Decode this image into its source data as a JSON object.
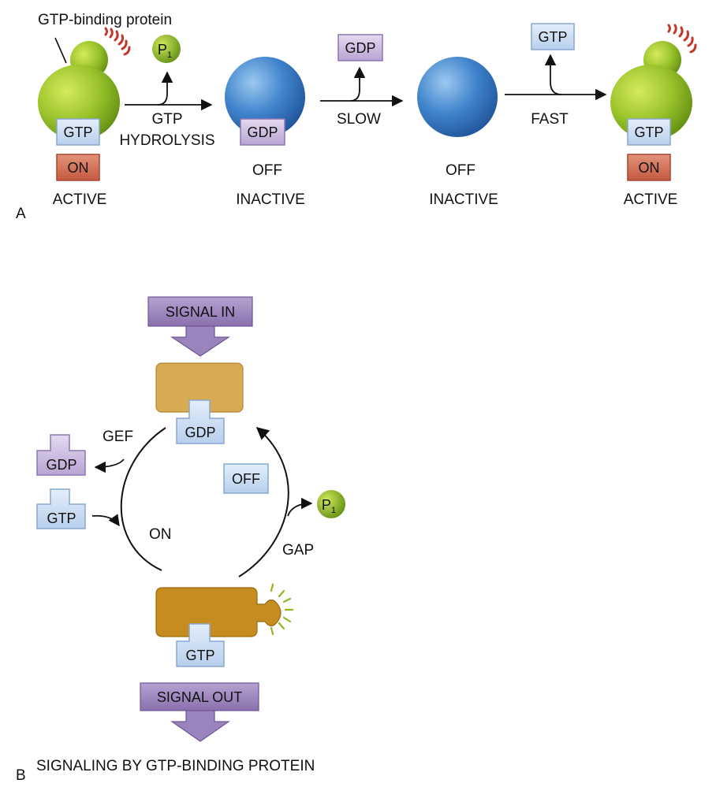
{
  "panel_a": {
    "letter": "A",
    "protein_label": "GTP-binding protein",
    "pi_label": "P",
    "pi_sub": "1",
    "states": [
      {
        "molecule": "GTP",
        "status": "ON",
        "activity": "ACTIVE"
      },
      {
        "molecule": "GDP",
        "status": "OFF",
        "activity": "INACTIVE"
      },
      {
        "molecule": "",
        "status": "OFF",
        "activity": "INACTIVE"
      },
      {
        "molecule": "GTP",
        "status": "ON",
        "activity": "ACTIVE"
      }
    ],
    "step1": {
      "line1": "GTP",
      "line2": "HYDROLYSIS"
    },
    "step2": {
      "label": "SLOW",
      "released": "GDP"
    },
    "step3": {
      "label": "FAST",
      "added": "GTP"
    }
  },
  "panel_b": {
    "letter": "B",
    "caption": "SIGNALING BY GTP-BINDING PROTEIN",
    "signal_in": "SIGNAL IN",
    "signal_out": "SIGNAL OUT",
    "top_protein_nucleotide": "GDP",
    "bottom_protein_nucleotide": "GTP",
    "gef_label": "GEF",
    "gap_label": "GAP",
    "on_label": "ON",
    "off_label": "OFF",
    "released_gdp": "GDP",
    "incoming_gtp": "GTP",
    "pi_label": "P",
    "pi_sub": "1"
  },
  "colors": {
    "gtp_box": "#c5d8ee",
    "gdp_box": "#c9b5dc",
    "on_box": "#d4745a",
    "green_protein": "#8fb820",
    "blue_protein": "#3f7fc4",
    "arrow_purple": "#8b72ad",
    "top_protein": "#d4a84a",
    "bottom_protein": "#c48a1c"
  }
}
